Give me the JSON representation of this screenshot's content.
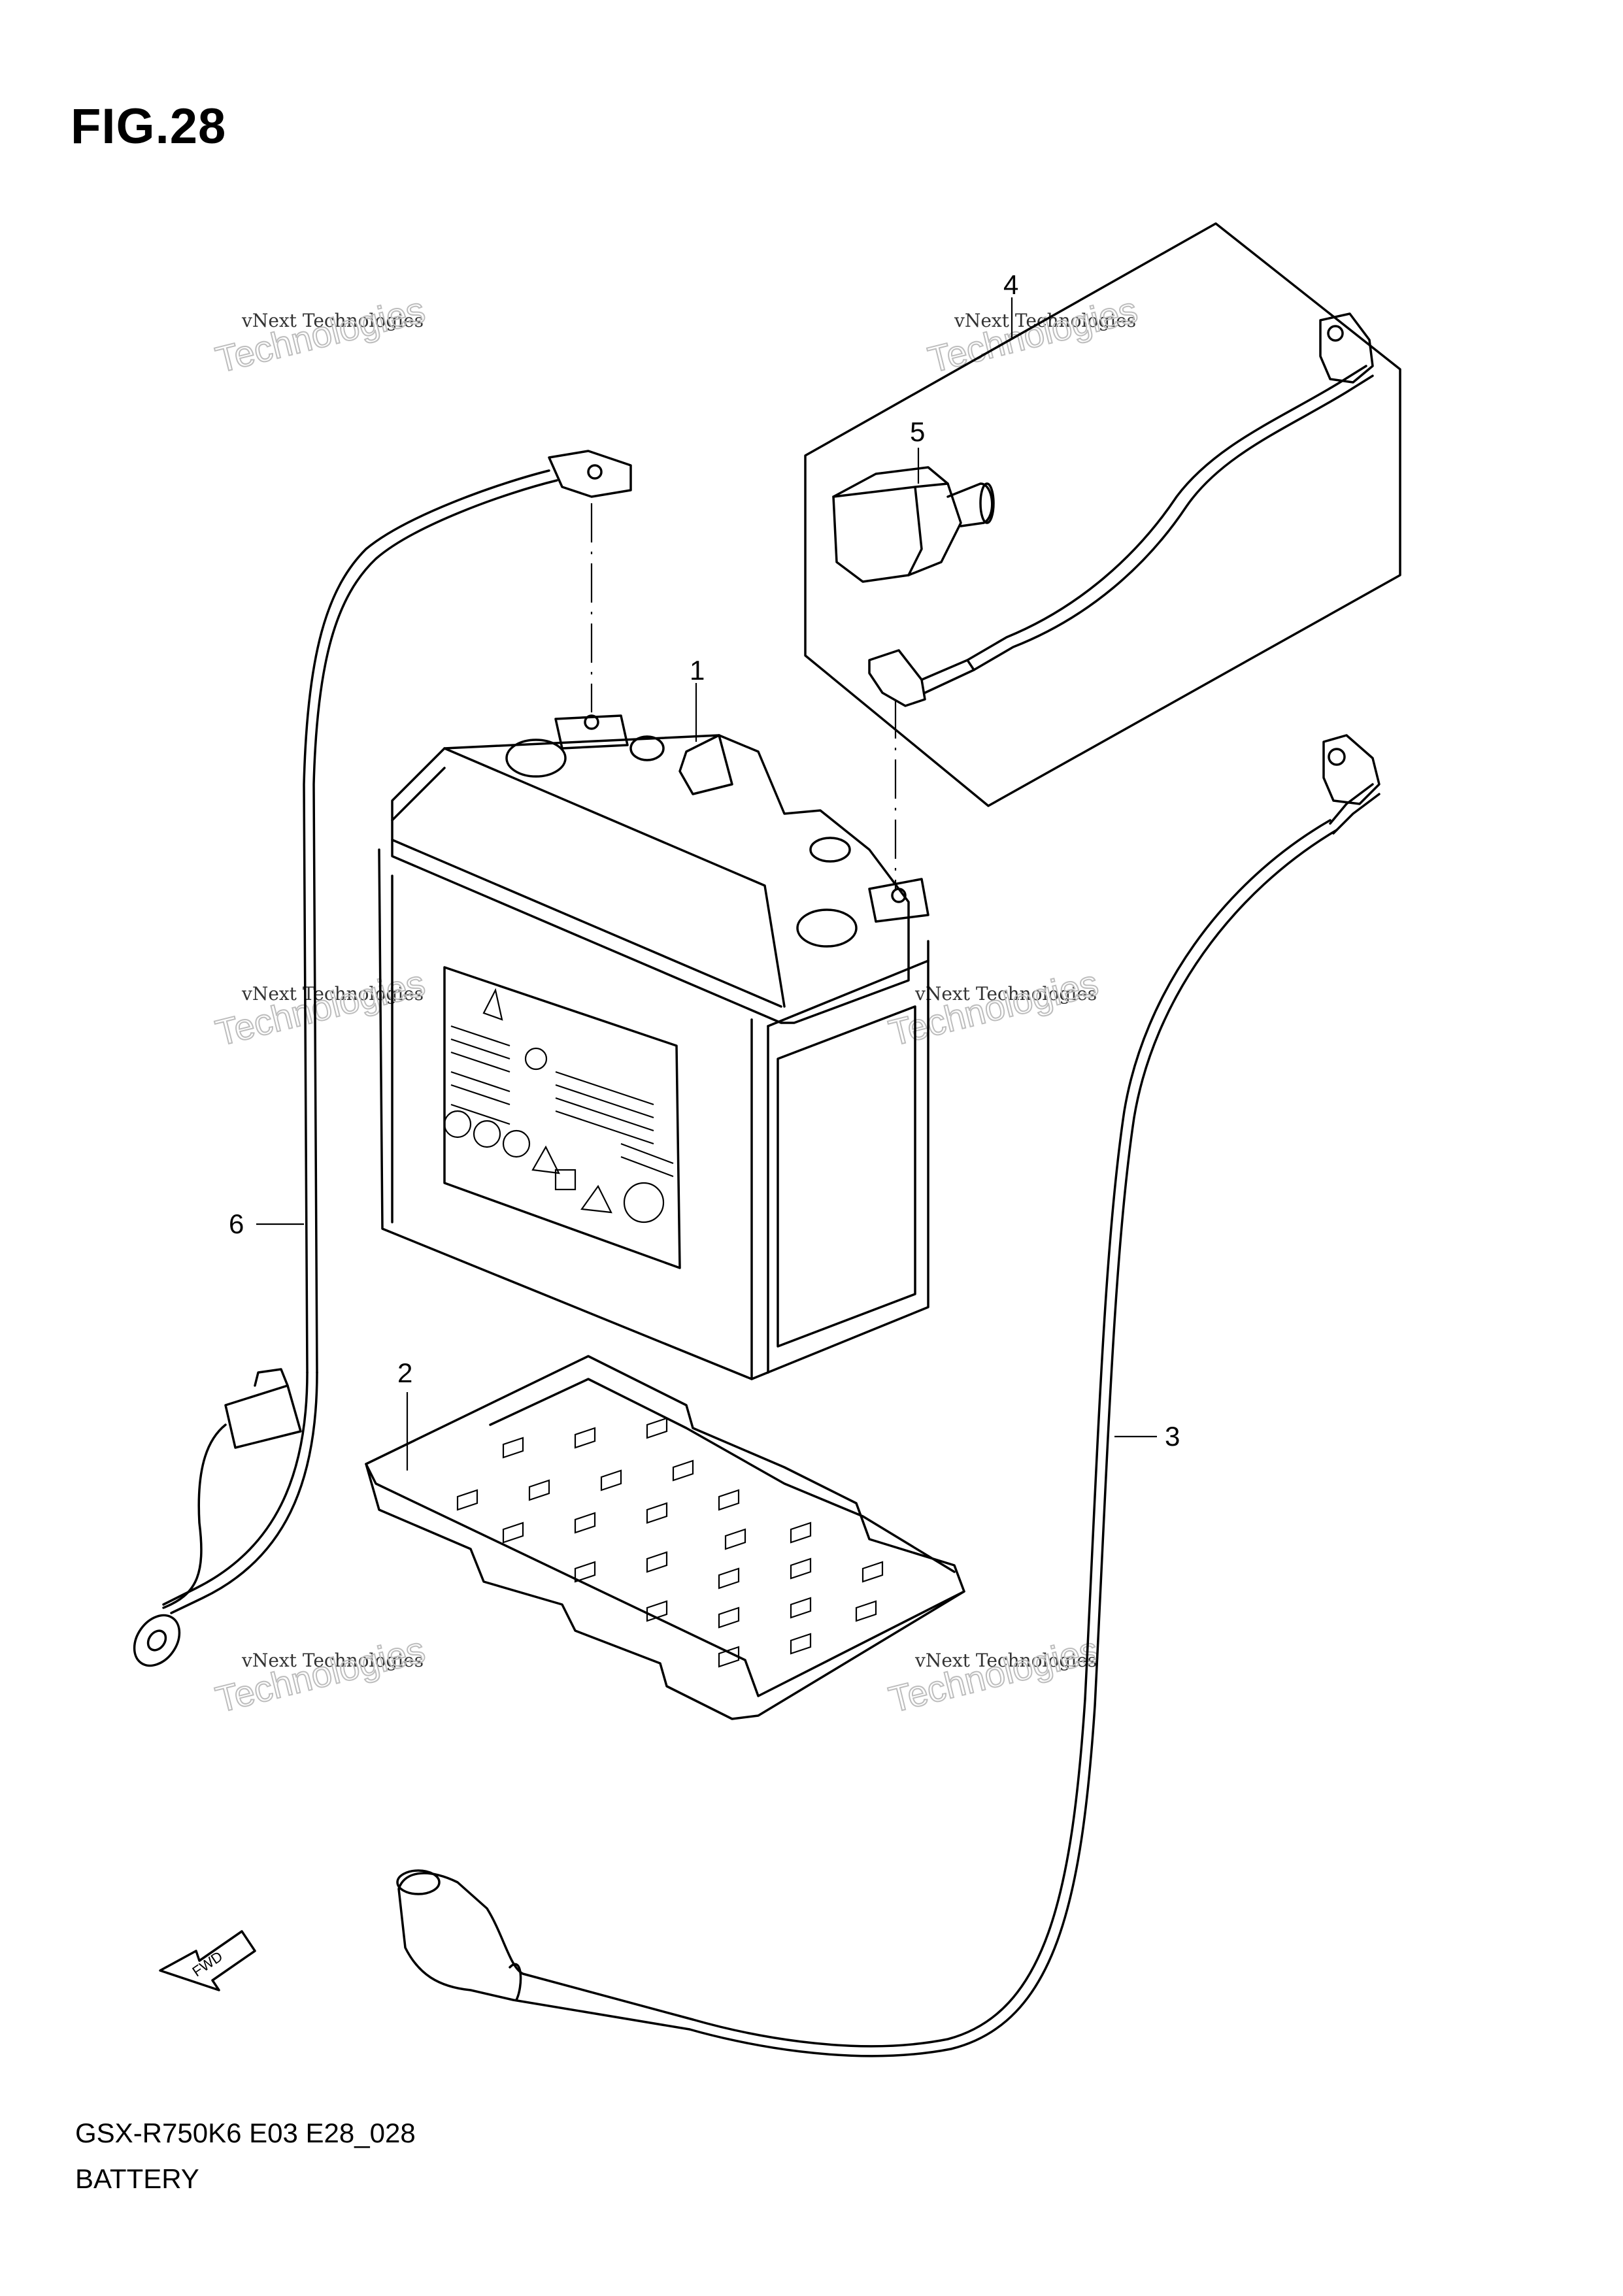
{
  "figure": {
    "title": "FIG.28"
  },
  "footer": {
    "model_code": "GSX-R750K6 E03 E28_028",
    "section_name": "BATTERY"
  },
  "callouts": [
    {
      "id": "1"
    },
    {
      "id": "2"
    },
    {
      "id": "3"
    },
    {
      "id": "4"
    },
    {
      "id": "5"
    },
    {
      "id": "6"
    }
  ],
  "front_arrow": {
    "label": "FWD"
  },
  "watermark": {
    "line1": "vNext Technologies",
    "line2": "vNext",
    "line3": "Technologies"
  }
}
